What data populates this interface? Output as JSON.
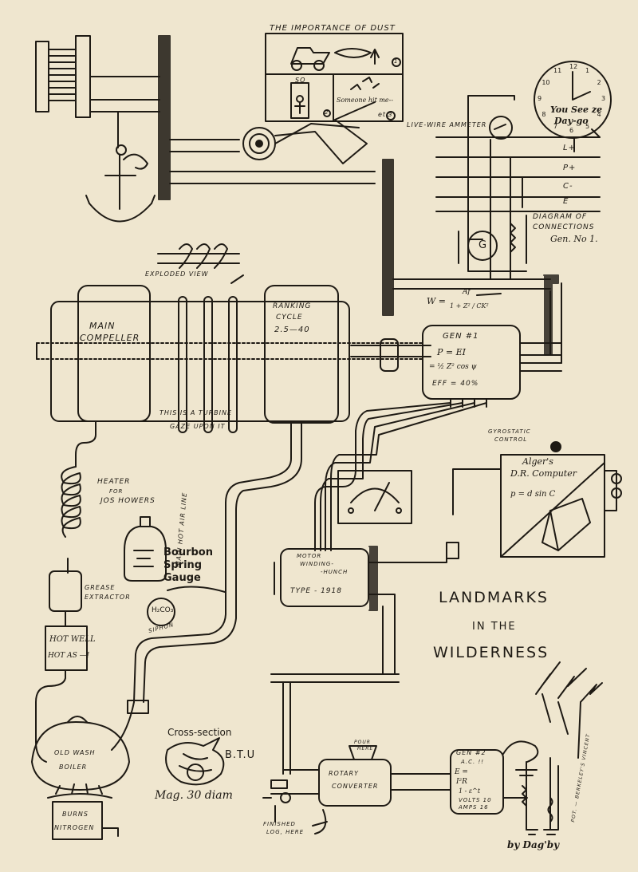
{
  "title": {
    "line1": "LANDMARKS",
    "line2": "IN THE",
    "line3": "WILDERNESS"
  },
  "comic": {
    "title": "THE IMPORTANCE OF DUST",
    "sign": "SQ",
    "caption": "Someone hit me--",
    "word": "etc",
    "n1": "1",
    "n2": "2",
    "n3": "3"
  },
  "clock": {
    "text1": "You See ze",
    "text2": "Day-go",
    "numbers": [
      "12",
      "1",
      "2",
      "3",
      "4",
      "5",
      "6",
      "7",
      "8",
      "9",
      "10",
      "11"
    ]
  },
  "connections": {
    "ammeter": "LIVE-WIRE AMMETER",
    "lines": [
      "L+",
      "P+",
      "C-",
      "E"
    ],
    "gen_letter": "G",
    "caption1": "DIAGRAM OF",
    "caption2": "CONNECTIONS",
    "caption3": "Gen. No 1."
  },
  "turbine": {
    "exploded": "EXPLODED VIEW",
    "main": "MAIN",
    "compeller": "COMPELLER",
    "ranking": "RANKING",
    "cycle": "CYCLE",
    "range": "2.5—40",
    "note1": "THIS IS A TURBINE",
    "note2": "GAZE UPON IT"
  },
  "formula_w": {
    "lhs": "W =",
    "num": "Af",
    "den": "1 + Z² / CK²"
  },
  "gen1": {
    "title": "GEN #1",
    "eq1": "P = EI",
    "eq2": "= ½ Z² cos ψ",
    "eff": "EFF = 40%"
  },
  "heater": {
    "l1": "HEATER",
    "l2": "FOR",
    "l3": "JOS HOWERS"
  },
  "grease": {
    "l1": "GREASE",
    "l2": "EXTRACTOR"
  },
  "hotwell": {
    "l1": "HOT WELL",
    "l2": "HOT AS —!"
  },
  "boiler": {
    "l1": "OLD WASH",
    "l2": "BOILER",
    "burns1": "BURNS",
    "burns2": "NITROGEN"
  },
  "bourbon": {
    "l1": "Bourbon",
    "l2": "Spring",
    "l3": "Gauge",
    "h2co3": "H₂CO₃",
    "siphon": "SIPHON"
  },
  "airline": "MAIN HOT AIR LINE",
  "motor": {
    "l1": "MOTOR",
    "l2": "WINDING-",
    "l3": "-HUNCH",
    "type": "TYPE - 1918"
  },
  "gyro": {
    "label1": "GYROSTATIC",
    "label2": "CONTROL"
  },
  "computer": {
    "l1": "Alger's",
    "l2": "D.R. Computer",
    "eq": "p = d sin C"
  },
  "cross": {
    "title": "Cross-section",
    "btu": "B.T.U",
    "mag": "Mag. 30 diam"
  },
  "converter": {
    "pour1": "POUR",
    "pour2": "HERE",
    "l1": "ROTARY",
    "l2": "CONVERTER",
    "log1": "FINISHED",
    "log2": "LOG, HERE"
  },
  "gen2": {
    "title": "GEN #2",
    "ac": "A.C. !!",
    "e1": "E =",
    "e2": "I²R",
    "e3": "1 - ε^t",
    "volts": "VOLTS 10",
    "amps": "AMPS 16"
  },
  "pot": "POT. — BERKELEY'S VINCENT",
  "credit": "by Dag'by"
}
